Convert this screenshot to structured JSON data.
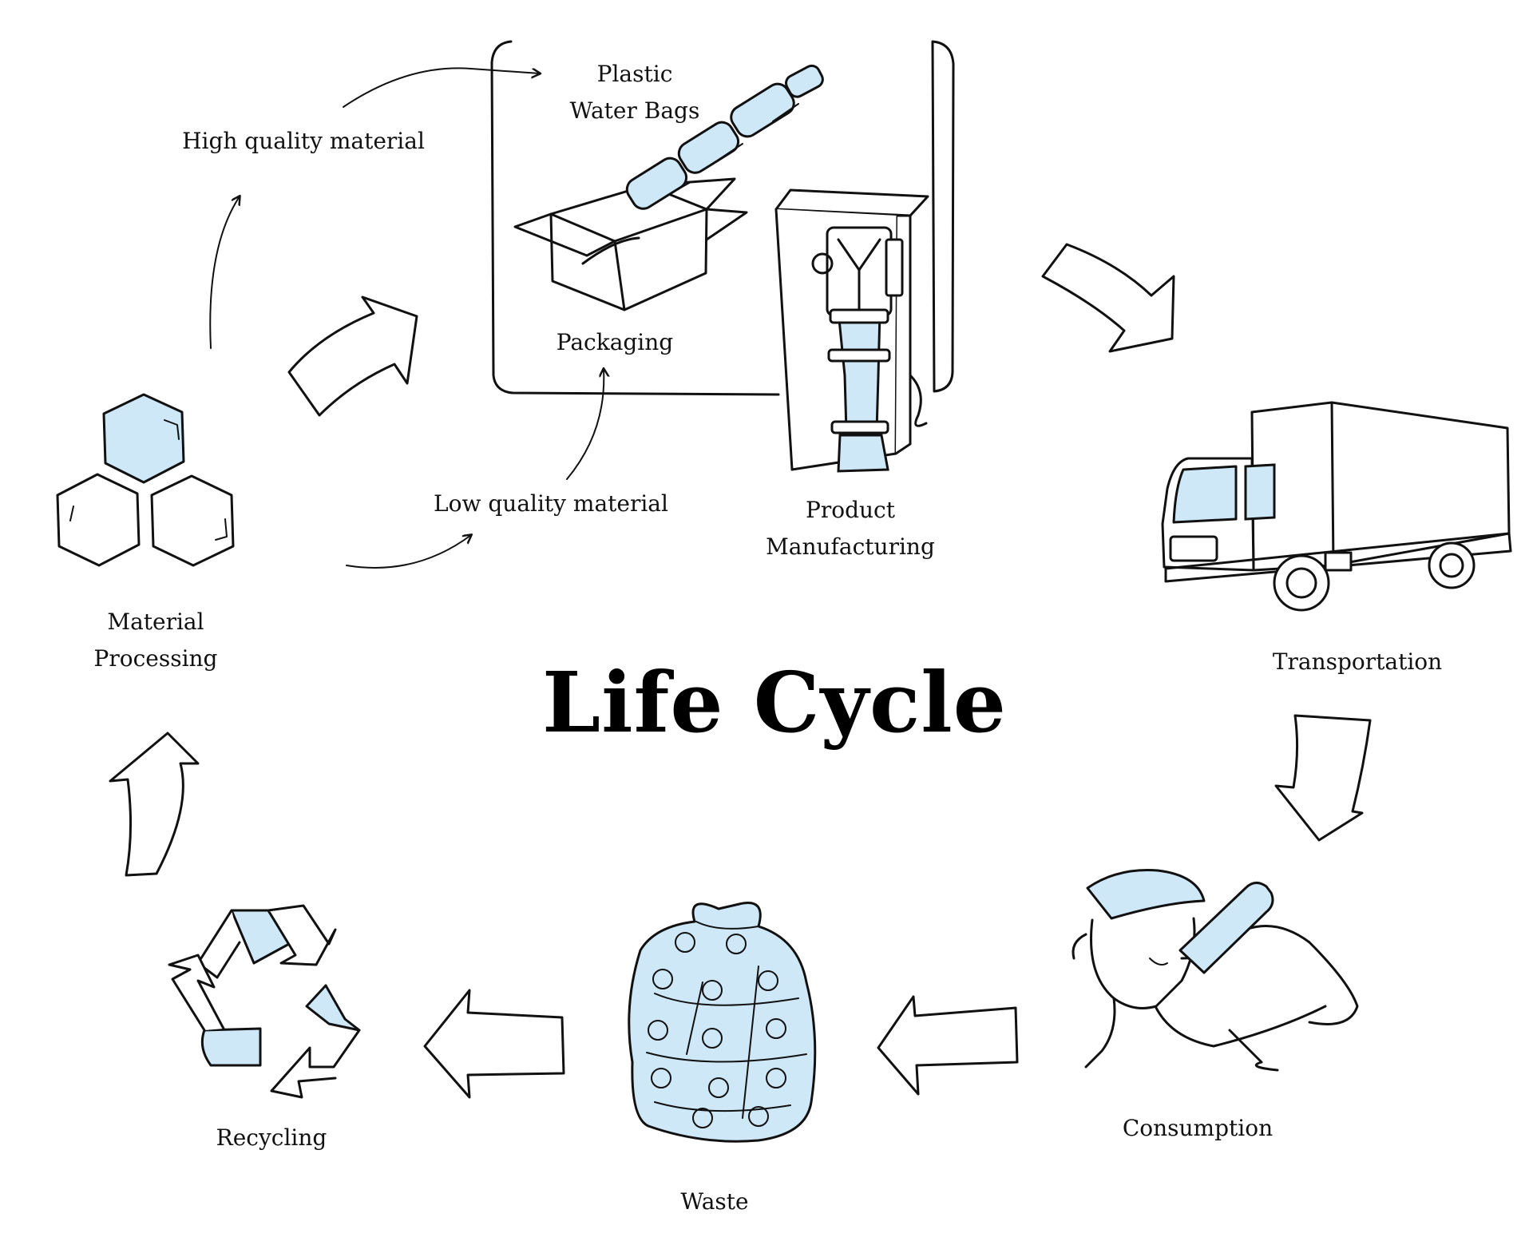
{
  "title": "Life Cycle",
  "colors": {
    "accent": "#cfe8f8",
    "ink": "#111111",
    "background": "#ffffff"
  },
  "stages": {
    "plastic_water_bags": [
      "Plastic",
      "Water Bags"
    ],
    "packaging": "Packaging",
    "product_manufacturing": [
      "Product",
      "Manufacturing"
    ],
    "transportation": "Transportation",
    "consumption": "Consumption",
    "waste": "Waste",
    "recycling": "Recycling",
    "material_processing": [
      "Material",
      "Processing"
    ]
  },
  "flows": {
    "high_quality": "High quality material",
    "low_quality": "Low quality material"
  },
  "icons": [
    "bags-box-icon",
    "machine-icon",
    "truck-icon",
    "drinking-person-icon",
    "trash-bag-icon",
    "recycle-icon",
    "hexagons-icon"
  ]
}
